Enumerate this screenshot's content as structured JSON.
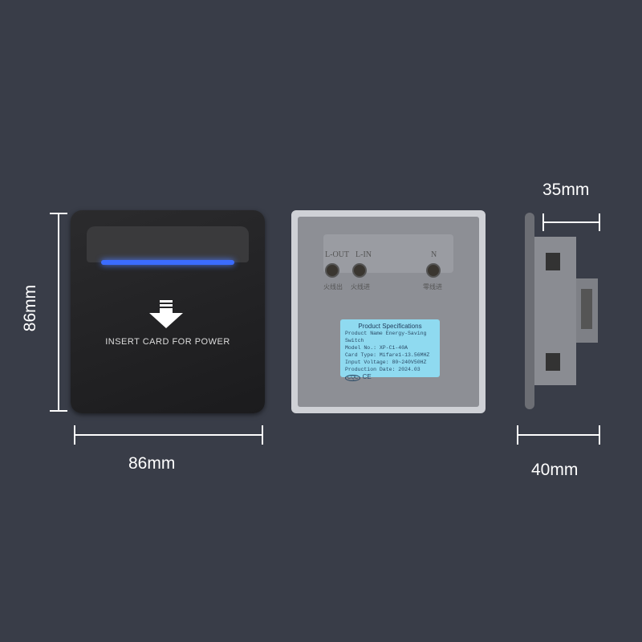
{
  "dimensions": {
    "height": "86mm",
    "width": "86mm",
    "depth_top": "35mm",
    "depth_bottom": "40mm"
  },
  "front": {
    "text": "INSERT CARD FOR POWER",
    "icon": "down-arrow-icon",
    "led_color": "#3b6cff"
  },
  "back": {
    "terminals": [
      {
        "label": "L-OUT",
        "cn": "火线出"
      },
      {
        "label": "L-IN",
        "cn": "火线进"
      },
      {
        "label": "N",
        "cn": "零线进"
      }
    ],
    "spec": {
      "title": "Product Specifications",
      "lines": [
        "Product Name Energy-Saving Switch",
        "Model No.: XP-C1-40A",
        "Card Type: Mifare1-13.56MHZ",
        "Input Voltage: 80~240V50HZ",
        "Production Date: 2024.03"
      ],
      "marks": [
        "CQC",
        "CE"
      ]
    }
  }
}
